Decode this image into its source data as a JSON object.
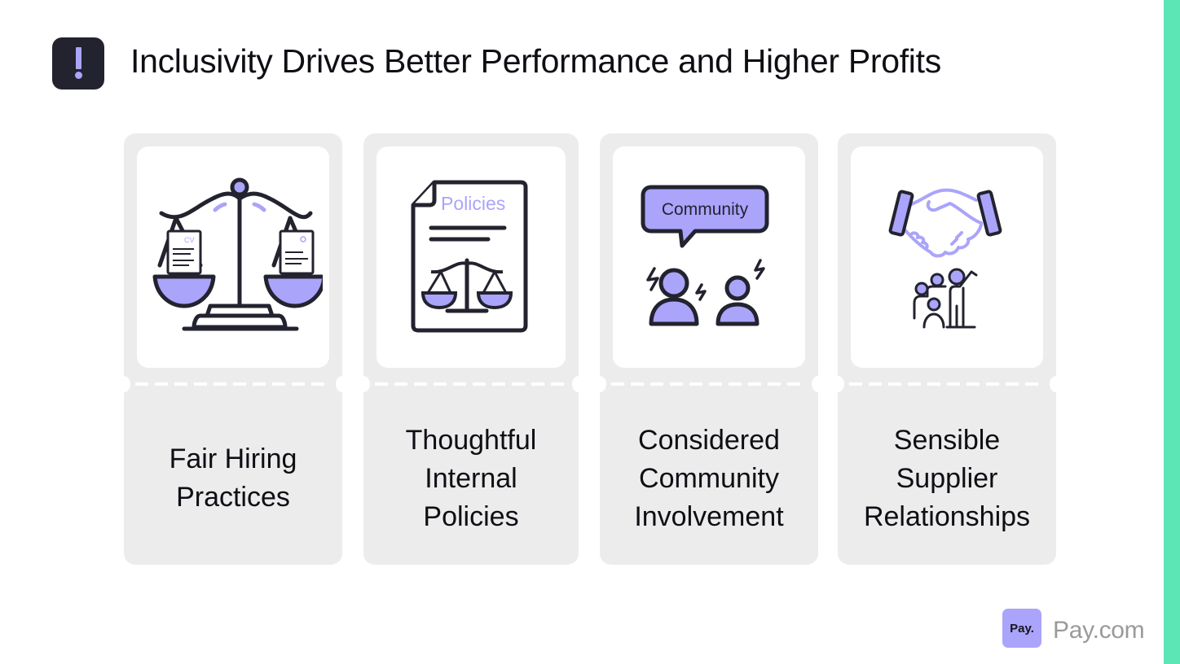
{
  "header": {
    "icon": "exclamation-icon",
    "title": "Inclusivity Drives Better Performance and Higher Profits"
  },
  "cards": [
    {
      "icon": "scales-cv-icon",
      "icon_texts": {
        "doc_label": "CV"
      },
      "label_lines": [
        "Fair Hiring",
        "Practices"
      ]
    },
    {
      "icon": "policy-document-icon",
      "icon_texts": {
        "doc_label": "Policies"
      },
      "label_lines": [
        "Thoughtful",
        "Internal",
        "Policies"
      ]
    },
    {
      "icon": "community-discussion-icon",
      "icon_texts": {
        "bubble_label": "Community"
      },
      "label_lines": [
        "Considered",
        "Community",
        "Involvement"
      ]
    },
    {
      "icon": "handshake-group-icon",
      "icon_texts": {},
      "label_lines": [
        "Sensible",
        "Supplier",
        "Relationships"
      ]
    }
  ],
  "footer": {
    "logo_badge": "Pay.",
    "logo_text": "Pay.com"
  },
  "colors": {
    "accent_purple": "#aaa4fb",
    "dark_ink": "#23232f",
    "card_bg": "#ececec",
    "strip_green": "#5ce5b5",
    "logo_gray": "#9a9a9a"
  }
}
